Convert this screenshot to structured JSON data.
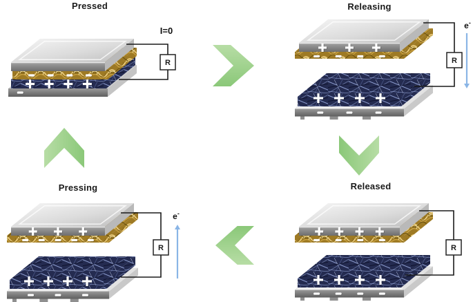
{
  "figure": {
    "background": "#ffffff",
    "flow_arrow_color": "#9bcf85",
    "electron_arrow_color": "#8ab5e6",
    "flow_arrows": [
      "right",
      "down",
      "left",
      "up"
    ]
  },
  "states": [
    {
      "id": "pressed",
      "title": "Pressed",
      "circuit": {
        "resistor_label": "R",
        "annotation": "I=0",
        "electron_label": "",
        "electron_arrow": "none"
      },
      "charges": {
        "top_electrode": [],
        "gold_layer": [
          "-",
          "-",
          "-",
          "-"
        ],
        "blue_layer": [
          "+",
          "+",
          "+",
          "+"
        ],
        "bottom_electrode": [
          "-"
        ]
      }
    },
    {
      "id": "releasing",
      "title": "Releasing",
      "circuit": {
        "resistor_label": "R",
        "annotation": "",
        "electron_label": "e-",
        "electron_arrow": "down"
      },
      "charges": {
        "top_electrode": [
          "+",
          "+",
          "+"
        ],
        "gold_layer": [
          "-",
          "-",
          "-",
          "-"
        ],
        "blue_layer": [
          "+",
          "+",
          "+",
          "+"
        ],
        "bottom_electrode": [
          "-",
          "-",
          "-"
        ]
      }
    },
    {
      "id": "released",
      "title": "Released",
      "circuit": {
        "resistor_label": "R",
        "annotation": "",
        "electron_label": "",
        "electron_arrow": "none"
      },
      "charges": {
        "top_electrode": [
          "+",
          "+",
          "+",
          "+"
        ],
        "gold_layer": [
          "-",
          "-",
          "-",
          "-"
        ],
        "blue_layer": [
          "+",
          "+",
          "+",
          "+"
        ],
        "bottom_electrode": [
          "-",
          "-",
          "-",
          "-"
        ]
      }
    },
    {
      "id": "pressing",
      "title": "Pressing",
      "circuit": {
        "resistor_label": "R",
        "annotation": "",
        "electron_label": "e-",
        "electron_arrow": "up"
      },
      "charges": {
        "top_electrode": [
          "+",
          "+",
          "+"
        ],
        "gold_layer": [
          "-",
          "-",
          "-",
          "-",
          "-"
        ],
        "blue_layer": [
          "+",
          "+",
          "+",
          "+"
        ],
        "bottom_electrode": [
          "-",
          "-",
          "-"
        ]
      }
    }
  ]
}
